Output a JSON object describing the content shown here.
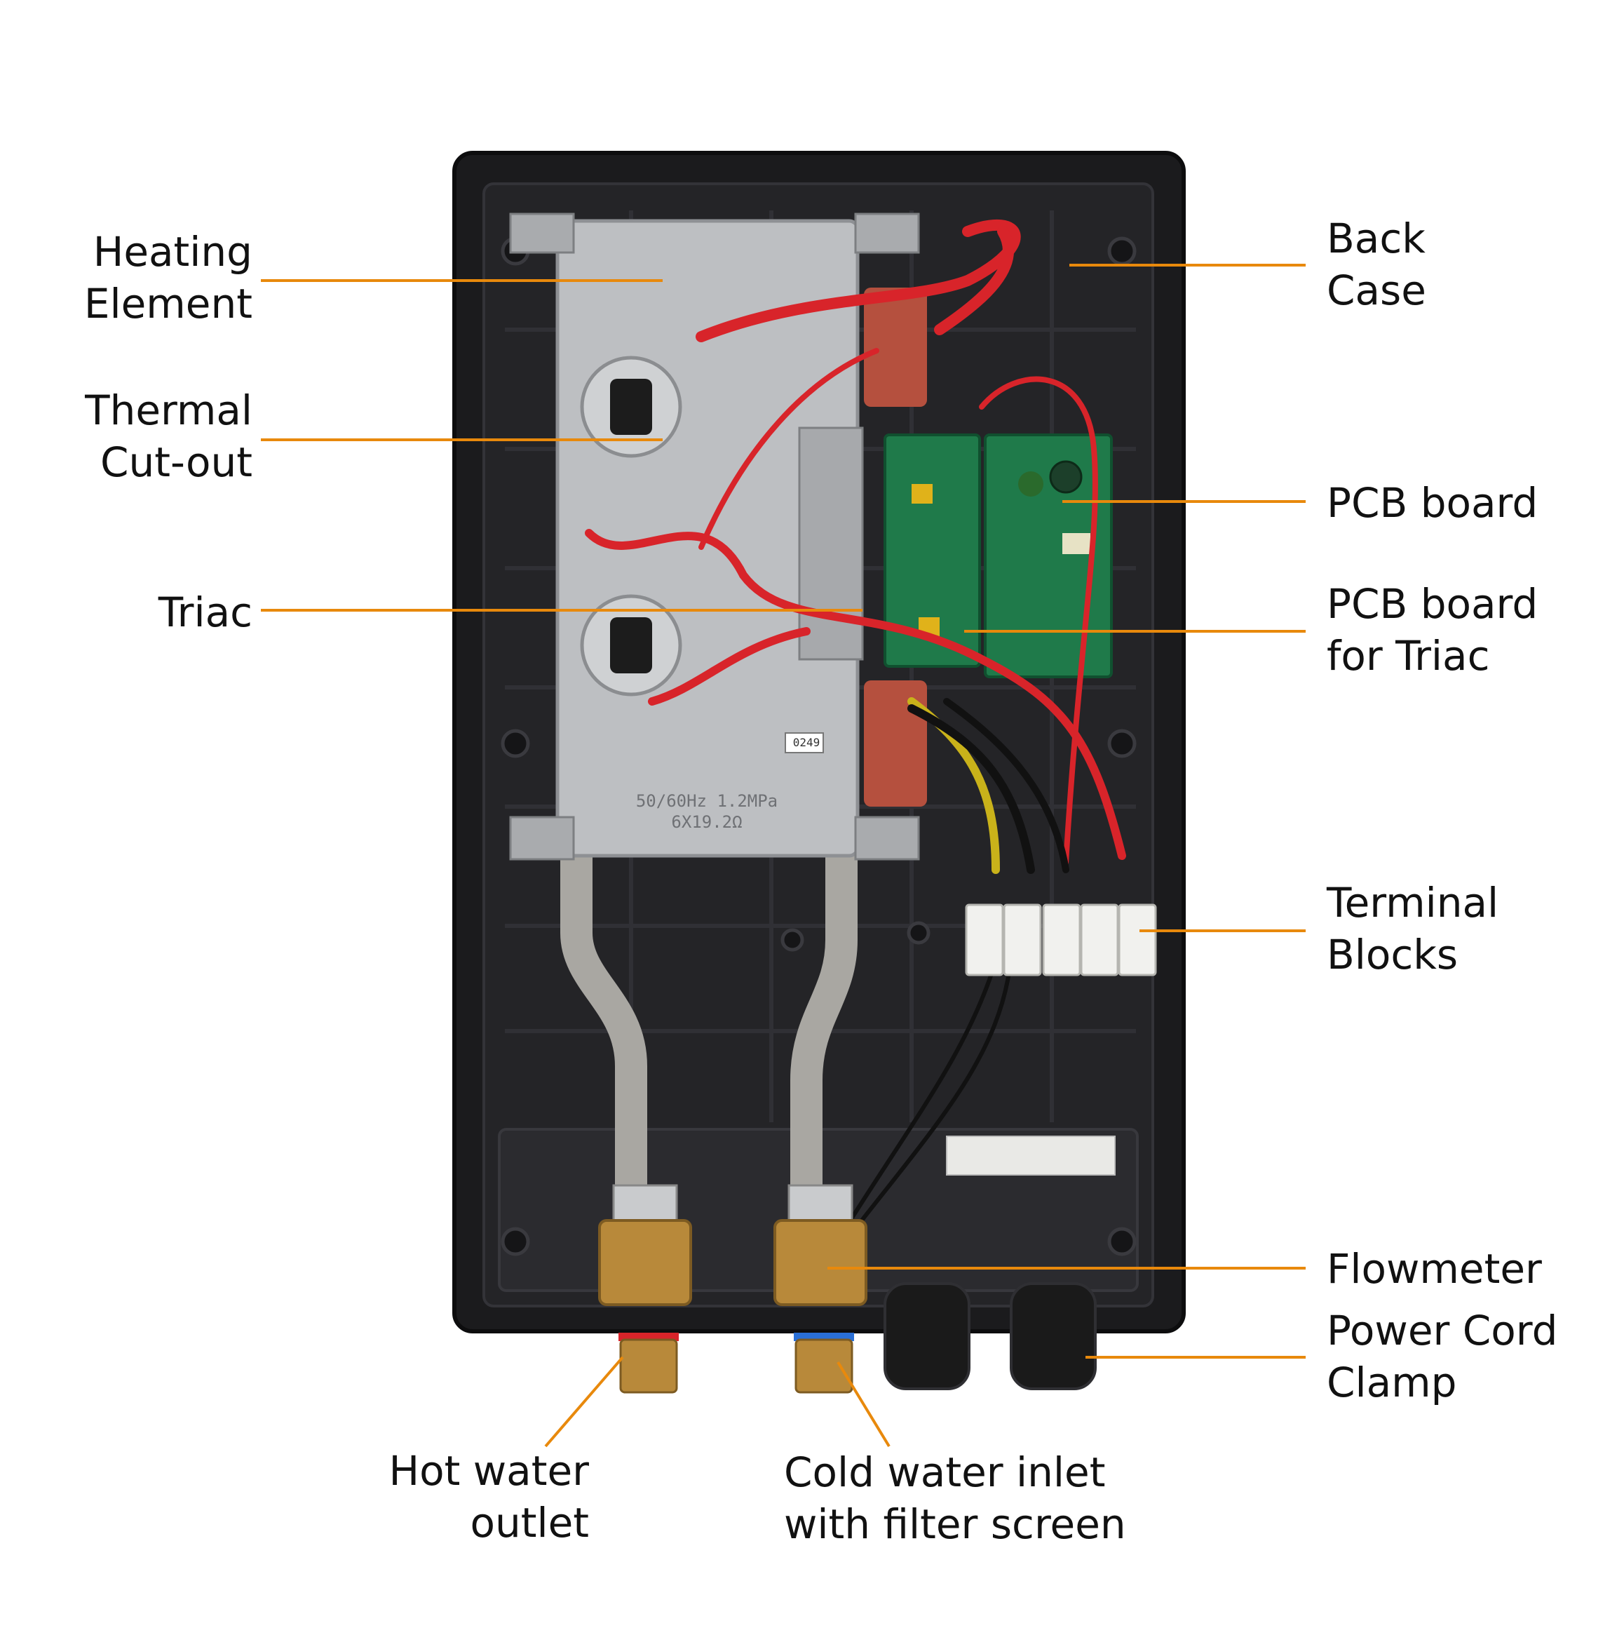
{
  "colors": {
    "leader": "#e8890c",
    "case": "#1b1b1d",
    "case_rim": "#2a2a2d",
    "element": "#bdbfc2",
    "pcb": "#1f7a4a",
    "wire_red": "#d8242a",
    "brass": "#b8893a",
    "terminal": "#f1f1ee"
  },
  "element_plate": {
    "line1": "50/60Hz 1.2MPa",
    "line2": "6X19.2Ω",
    "sticker": "0249"
  },
  "labels": {
    "heating_element": [
      "Heating",
      "Element"
    ],
    "thermal_cutout": [
      "Thermal",
      "Cut-out"
    ],
    "triac": [
      "Triac"
    ],
    "back_case": [
      "Back",
      "Case"
    ],
    "pcb_board": [
      "PCB board"
    ],
    "pcb_triac": [
      "PCB board",
      "for Triac"
    ],
    "terminal_blocks": [
      "Terminal",
      "Blocks"
    ],
    "flowmeter": [
      "Flowmeter"
    ],
    "power_cord_clamp": [
      "Power Cord",
      "Clamp"
    ],
    "hot_water": [
      "Hot water",
      "outlet"
    ],
    "cold_water": [
      "Cold water inlet",
      "with filter screen"
    ]
  }
}
